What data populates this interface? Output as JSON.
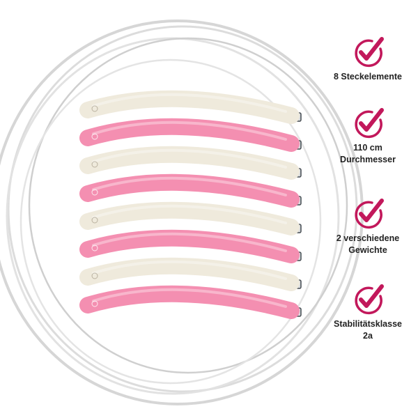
{
  "colors": {
    "accent": "#c2185b",
    "pink_segment": "#f48fb1",
    "cream_segment": "#efeadc",
    "ring": "#d4d4d4"
  },
  "segments": [
    {
      "color": "cream"
    },
    {
      "color": "pink"
    },
    {
      "color": "cream"
    },
    {
      "color": "pink"
    },
    {
      "color": "cream"
    },
    {
      "color": "pink"
    },
    {
      "color": "cream"
    },
    {
      "color": "pink"
    }
  ],
  "features": [
    {
      "icon": "checkmark-circle-icon",
      "label": "8 Steckelemente"
    },
    {
      "icon": "checkmark-circle-icon",
      "label": "110 cm\nDurchmesser"
    },
    {
      "icon": "checkmark-circle-icon",
      "label": "2 verschiedene\nGewichte"
    },
    {
      "icon": "checkmark-circle-icon",
      "label": "Stabilitätsklasse\n2a"
    }
  ]
}
